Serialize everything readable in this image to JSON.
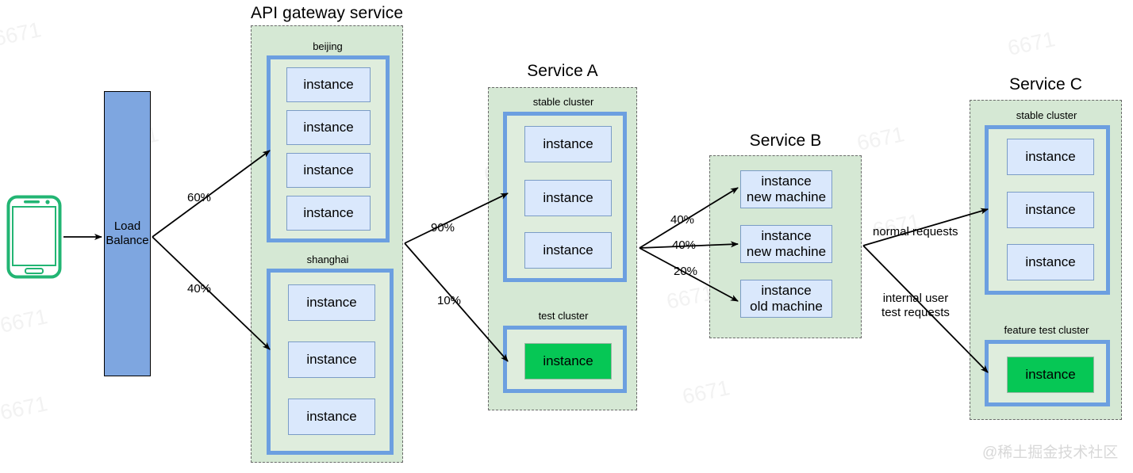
{
  "diagram": {
    "title_load_balance": "Load\nBalance",
    "watermark_corner": "@稀土掘金技术社区",
    "watermark_bg": "6671",
    "colors": {
      "service_box_fill": "#d5e8d4",
      "service_box_border": "#6a6a6a",
      "cluster_frame_border": "#6c9fe0",
      "instance_fill": "#dae8fc",
      "instance_border": "#7b9cc6",
      "test_instance_fill": "#06c755",
      "load_balance_fill": "#7ea6e0",
      "phone_outline": "#22b573",
      "arrow": "#000000"
    }
  },
  "client": {
    "name": "smartphone-icon"
  },
  "load_balance": {
    "line1": "Load",
    "line2": "Balance"
  },
  "gateway": {
    "title": "API gateway service",
    "clusters": [
      {
        "label": "beijing",
        "instances": [
          {
            "line1": "instance"
          },
          {
            "line1": "instance"
          },
          {
            "line1": "instance"
          },
          {
            "line1": "instance"
          }
        ]
      },
      {
        "label": "shanghai",
        "instances": [
          {
            "line1": "instance"
          },
          {
            "line1": "instance"
          },
          {
            "line1": "instance"
          }
        ]
      }
    ]
  },
  "service_a": {
    "title": "Service A",
    "clusters": [
      {
        "label": "stable cluster",
        "instances": [
          {
            "line1": "instance"
          },
          {
            "line1": "instance"
          },
          {
            "line1": "instance"
          }
        ]
      },
      {
        "label": "test cluster",
        "instances": [
          {
            "line1": "instance",
            "variant": "green"
          }
        ]
      }
    ]
  },
  "service_b": {
    "title": "Service B",
    "instances": [
      {
        "line1": "instance",
        "line2": "new machine"
      },
      {
        "line1": "instance",
        "line2": "new machine"
      },
      {
        "line1": "instance",
        "line2": "old machine"
      }
    ]
  },
  "service_c": {
    "title": "Service C",
    "clusters": [
      {
        "label": "stable cluster",
        "instances": [
          {
            "line1": "instance"
          },
          {
            "line1": "instance"
          },
          {
            "line1": "instance"
          }
        ]
      },
      {
        "label": "feature test cluster",
        "instances": [
          {
            "line1": "instance",
            "variant": "green"
          }
        ]
      }
    ]
  },
  "edge_labels": {
    "lb_to_beijing": "60%",
    "lb_to_shanghai": "40%",
    "gw_to_stable_a": "90%",
    "gw_to_test_a": "10%",
    "a_to_b1": "40%",
    "a_to_b2": "40%",
    "a_to_b3": "20%",
    "b_to_c_normal": "normal requests",
    "b_to_c_test_l1": "internal user",
    "b_to_c_test_l2": "test requests"
  }
}
